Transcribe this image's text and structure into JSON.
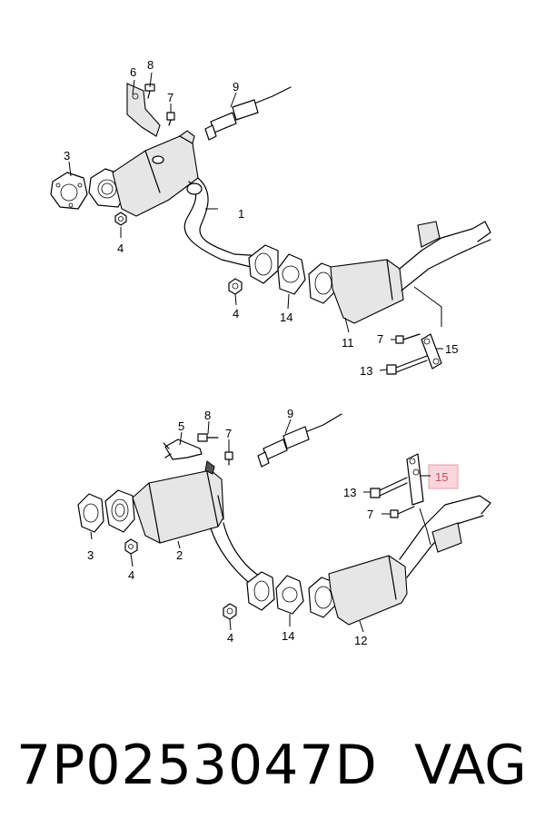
{
  "callouts_top": {
    "c1": "1",
    "c3": "3",
    "c4a": "4",
    "c4b": "4",
    "c6": "6",
    "c7a": "7",
    "c7b": "7",
    "c8": "8",
    "c9": "9",
    "c11": "11",
    "c13": "13",
    "c14": "14",
    "c15": "15"
  },
  "callouts_bottom": {
    "c2": "2",
    "c3": "3",
    "c4a": "4",
    "c4b": "4",
    "c5": "5",
    "c7a": "7",
    "c7b": "7",
    "c8": "8",
    "c9": "9",
    "c12": "12",
    "c13": "13",
    "c14": "14",
    "c15": "15"
  },
  "highlight_color": "#f8d6dc",
  "footer": {
    "part_number": "7P0253047D",
    "brand": "VAG"
  }
}
